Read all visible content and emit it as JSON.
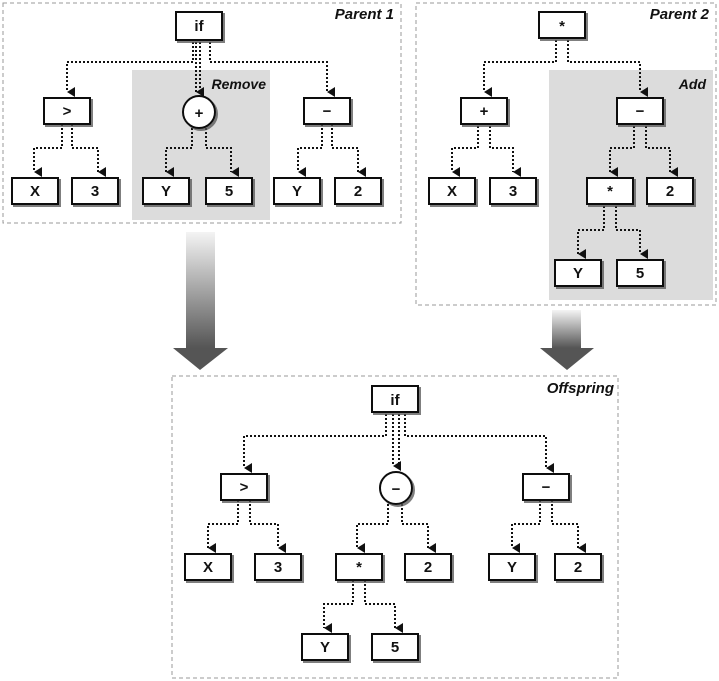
{
  "panels": {
    "parent1": {
      "title": "Parent 1",
      "zone_label": "Remove",
      "nodes": {
        "root": "if",
        "gt": ">",
        "x": "X",
        "three": "3",
        "plus": "+",
        "y": "Y",
        "five": "5",
        "minus": "−",
        "y2": "Y",
        "two": "2"
      }
    },
    "parent2": {
      "title": "Parent 2",
      "zone_label": "Add",
      "nodes": {
        "root": "*",
        "plus": "+",
        "x": "X",
        "three": "3",
        "minus": "−",
        "mult": "*",
        "two": "2",
        "y": "Y",
        "five": "5"
      }
    },
    "offspring": {
      "title": "Offspring",
      "nodes": {
        "root": "if",
        "gt": ">",
        "x": "X",
        "three": "3",
        "minus_mid": "−",
        "mult": "*",
        "two": "2",
        "y": "Y",
        "five": "5",
        "minus_right": "−",
        "y2": "Y",
        "two2": "2"
      }
    }
  },
  "colors": {
    "border": "#9a9a9a",
    "highlight": "#dcdcdc",
    "node_fill": "#ffffff",
    "node_stroke": "#111111",
    "arrow_dark": "#555555",
    "arrow_light": "#f4f4f4"
  }
}
